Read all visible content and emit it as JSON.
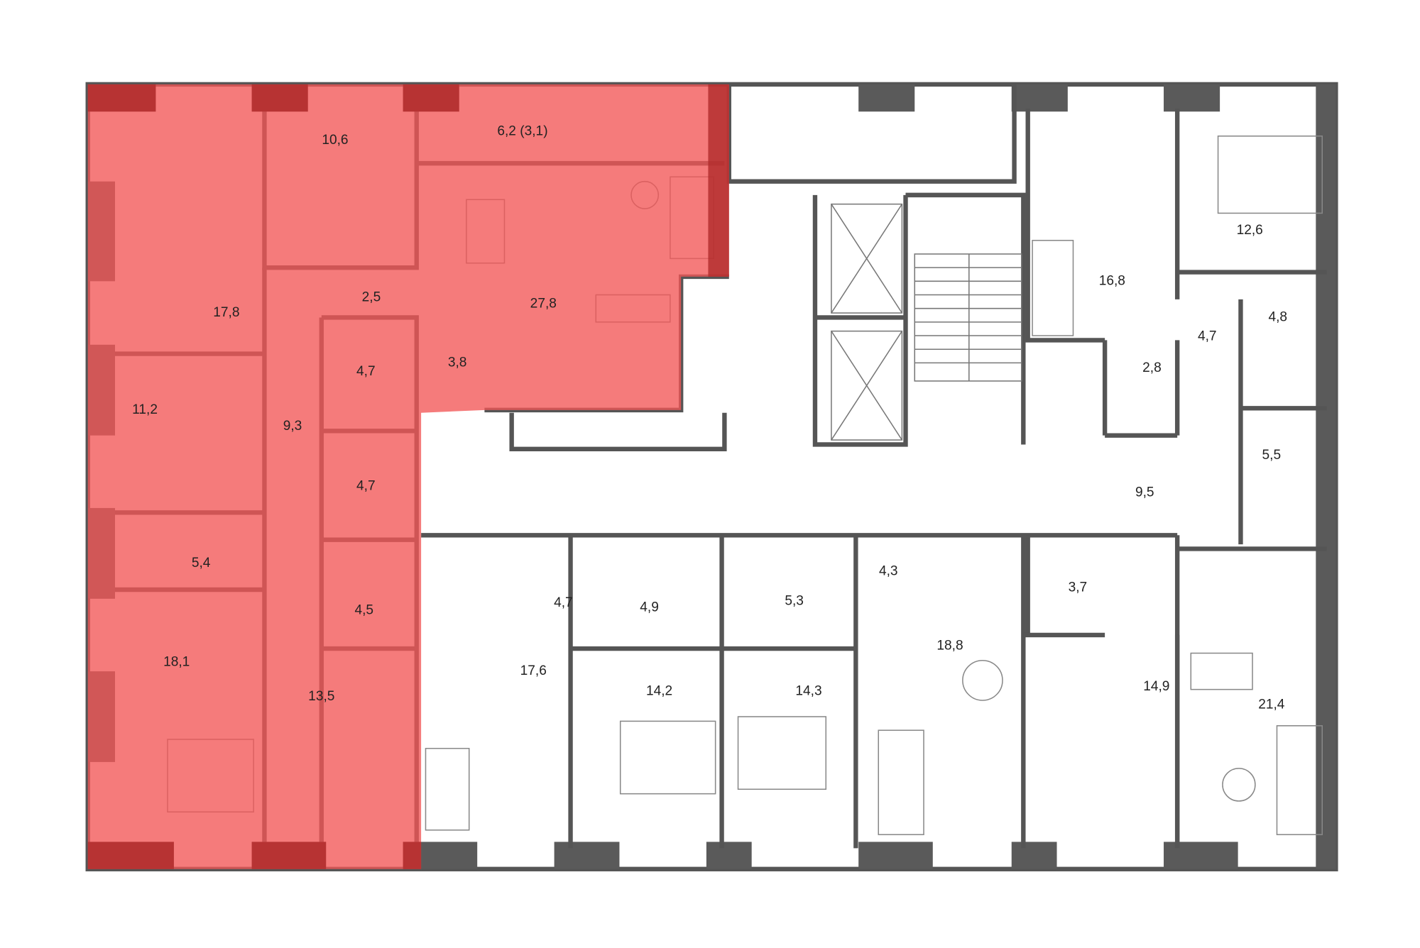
{
  "plan": {
    "highlight_color": "#f25656",
    "wall_color": "#5a5a5a",
    "selected_apartment": {
      "rooms": [
        "6,2 (3,1)",
        "10,6",
        "17,8",
        "2,5",
        "27,8",
        "3,8",
        "4,7",
        "9,3",
        "11,2",
        "4,7",
        "5,4",
        "4,5",
        "18,1",
        "13,5"
      ]
    },
    "other_rooms": [
      "16,8",
      "12,6",
      "4,7",
      "4,8",
      "2,8",
      "5,5",
      "9,5",
      "4,3",
      "3,7",
      "4,7",
      "4,9",
      "5,3",
      "17,6",
      "14,2",
      "14,3",
      "18,8",
      "14,9",
      "21,4"
    ]
  }
}
